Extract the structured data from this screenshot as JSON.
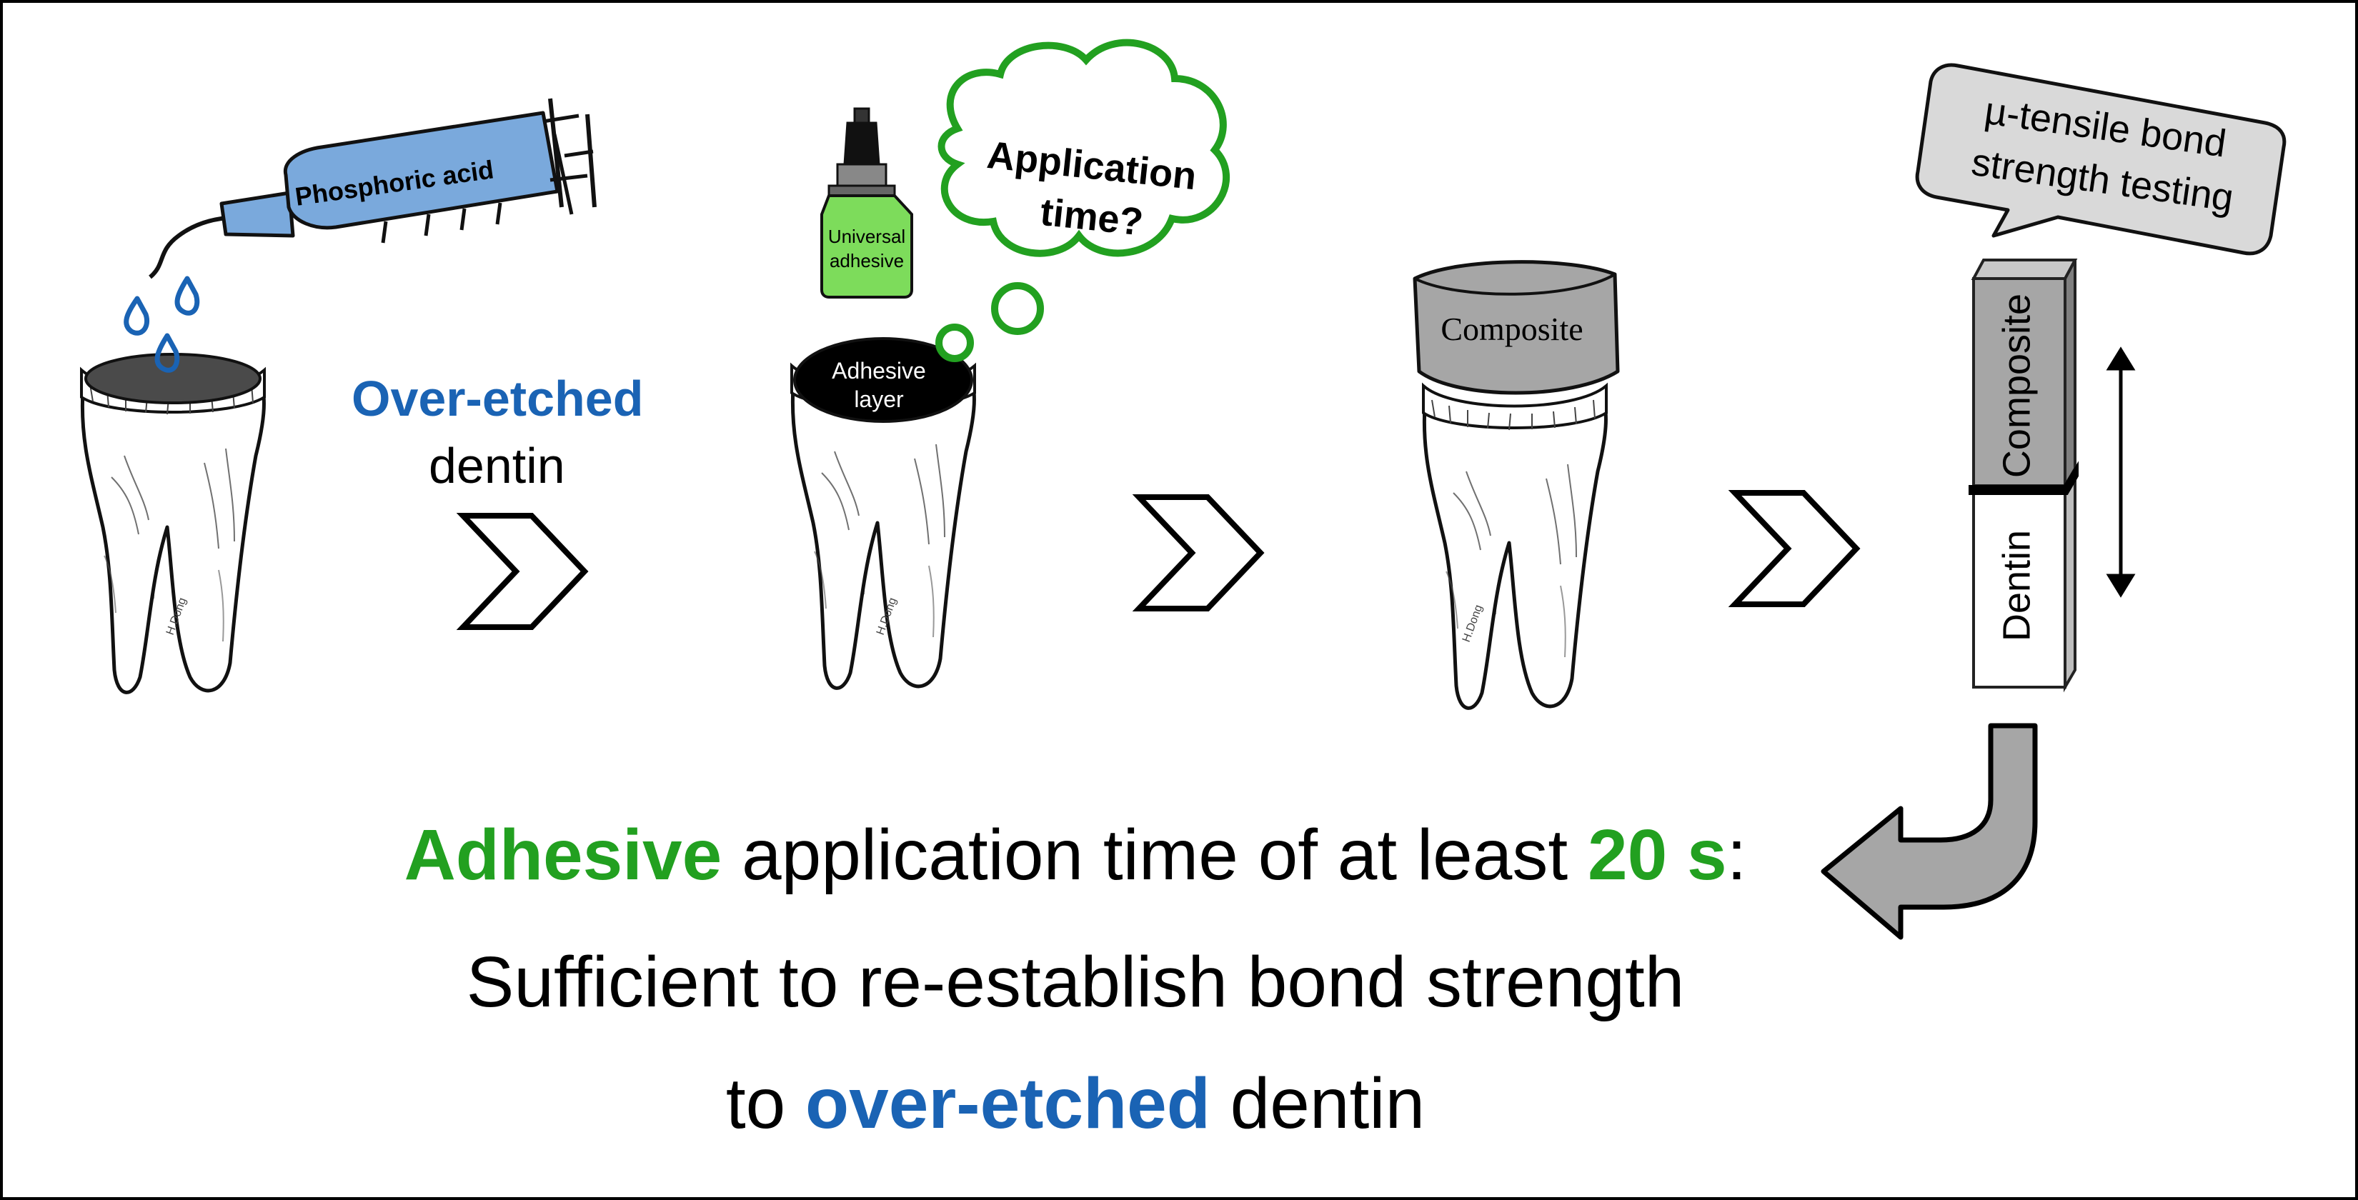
{
  "syringe": {
    "label": "Phosphoric acid"
  },
  "etched_label": {
    "highlight": "Over-etched",
    "rest": "dentin"
  },
  "adhesive_bottle": {
    "line1": "Universal",
    "line2": "adhesive"
  },
  "thought_bubble": {
    "line1": "Application",
    "line2": "time?"
  },
  "adhesive_layer": {
    "line1": "Adhesive",
    "line2": "layer"
  },
  "composite_cap": {
    "label": "Composite"
  },
  "speech_bubble": {
    "line1": "µ-tensile bond",
    "line2": "strength testing"
  },
  "stick": {
    "top_label": "Composite",
    "bottom_label": "Dentin"
  },
  "signature": "H.Dong",
  "conclusion": {
    "line1": {
      "highlight1": "Adhesive",
      "text1": " application time of at least ",
      "highlight2": "20 s",
      "text2": ":"
    },
    "line2": "Sufficient to re-establish bond strength",
    "line3": {
      "text1": "to ",
      "highlight": "over-etched",
      "text2": " dentin"
    }
  },
  "colors": {
    "blue": "#1a63b4",
    "green": "#22a020",
    "syringe_fill": "#7aa9dc",
    "bottle_fill": "#7ddc5b",
    "composite_fill": "#a6a6a6",
    "etched_surface": "#4a4a4a",
    "adhesive_surface": "#000000",
    "arrow_fill": "#a6a6a6"
  }
}
